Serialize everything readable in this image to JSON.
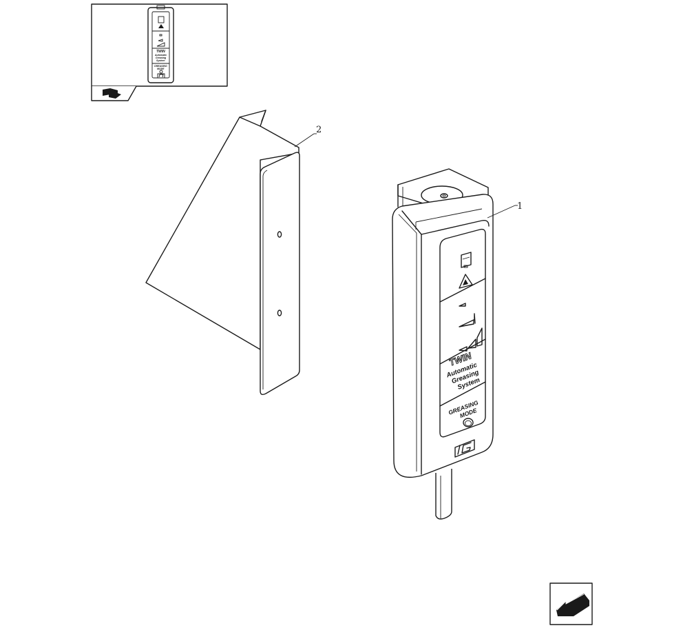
{
  "callouts": [
    {
      "label": "1",
      "refers_to": "control-unit"
    },
    {
      "label": "2",
      "refers_to": "mounting-bracket"
    }
  ],
  "control_unit": {
    "brand": "TWIN",
    "line1": "Automatic",
    "line2": "Greasing",
    "line3": "System",
    "mode_line1": "GREASING",
    "mode_line2": "MODE"
  },
  "thumbnail": {
    "brand": "TWIN",
    "line1": "Automatic",
    "line2": "Greasing",
    "line3": "System",
    "mode_line1": "GREASING",
    "mode_line2": "MODE"
  },
  "icons": {
    "thumbnail_tab": "book-hand-icon",
    "nav": "arrow-back-icon"
  },
  "colors": {
    "ink": "#1a1a1a",
    "background": "#ffffff"
  }
}
